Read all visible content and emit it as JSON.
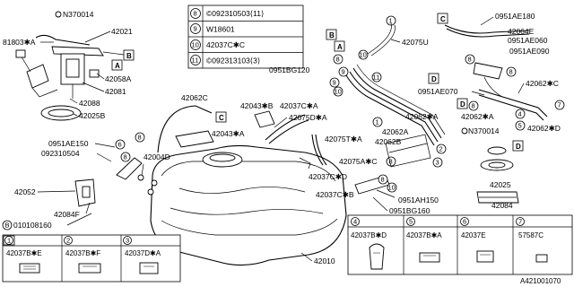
{
  "callouts": {
    "n370014_top": "N370014",
    "p42021": "42021",
    "p81803": "81803✱A",
    "p42058a": "42058A",
    "p42081": "42081",
    "p42088": "42088",
    "p42025b": "42025B",
    "p42062c": "42062C",
    "p42043b": "42043✱B",
    "p42037ca": "42037C✱A",
    "p42075da": "42075D✱A",
    "p42043a": "42043✱A",
    "p42075ta": "42075T✱A",
    "p0951ae150": "0951AE150",
    "p092310504": "092310504",
    "p42004d": "42004D",
    "p42052": "42052",
    "p42084f": "42084F",
    "p010108160": "010108160",
    "p42037cd": "42037C✱D",
    "p42075ac": "42075A✱C",
    "p42037cb": "42037C✱B",
    "p0951ah150": "0951AH150",
    "p0951bg160": "0951BG160",
    "p42010": "42010",
    "p42075u": "42075U",
    "p0951bg120": "0951BG120",
    "p0951ae180": "0951AE180",
    "p42064e": "42064E",
    "p0951ae060": "0951AE060",
    "p0951ae090": "0951AE090",
    "p0951ae070": "0951AE070",
    "p42062a_right": "42062✱A",
    "p42062a": "42062A",
    "p42062b": "42062B",
    "p42062cr": "42062✱C",
    "p42062d": "42062✱D",
    "n370014_right": "N370014",
    "p42025": "42025",
    "p42084": "42084"
  },
  "ref_boxes": {
    "A": "A",
    "B": "B",
    "C": "C",
    "D": "D"
  },
  "legend_top": [
    {
      "num": "8",
      "code": "©092310503⟨11⟩"
    },
    {
      "num": "9",
      "code": "W18601"
    },
    {
      "num": "10",
      "code": "42037C✱C"
    },
    {
      "num": "11",
      "code": "©092313103⟨3⟩"
    }
  ],
  "legend_bottom_left": [
    {
      "num": "1",
      "code": "42037B✱E"
    },
    {
      "num": "2",
      "code": "42037B✱F"
    },
    {
      "num": "3",
      "code": "42037D✱A"
    }
  ],
  "legend_bottom_right": [
    {
      "num": "4",
      "code": "42037B✱D"
    },
    {
      "num": "5",
      "code": "42037B✱A"
    },
    {
      "num": "6",
      "code": "42037E"
    },
    {
      "num": "7",
      "code": "57587C"
    }
  ],
  "circled_numbers": {
    "n1": "1",
    "n2": "2",
    "n3": "3",
    "n4": "4",
    "n5": "5",
    "n6": "6",
    "n7": "7",
    "n8": "8",
    "n9": "9",
    "n10": "10",
    "n11": "11",
    "nB": "B"
  },
  "diagram_id": "A421001070"
}
